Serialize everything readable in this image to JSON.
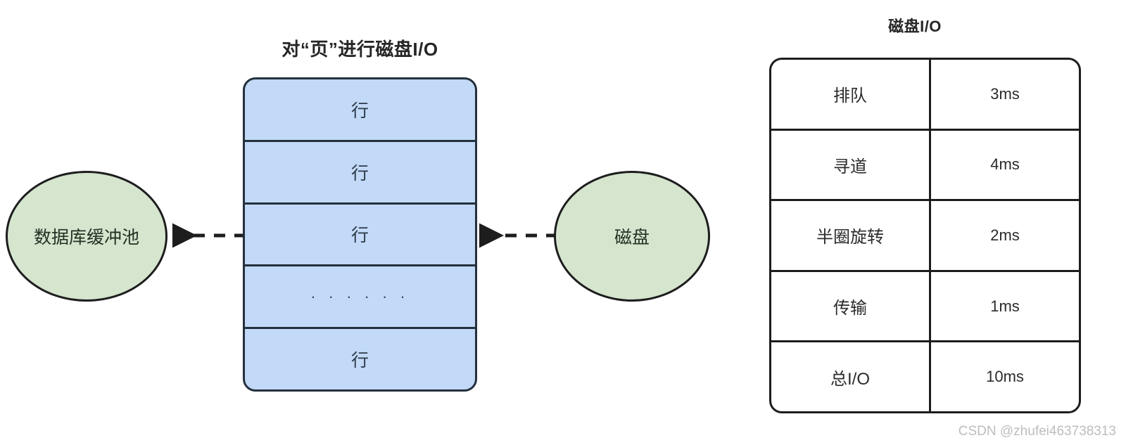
{
  "diagram": {
    "page_io": {
      "title": "对“页”进行磁盘I/O",
      "rows": [
        {
          "label": "行"
        },
        {
          "label": "行"
        },
        {
          "label": "行"
        },
        {
          "label": "· · · · · ·"
        },
        {
          "label": "行"
        }
      ]
    },
    "nodes": {
      "buffer_pool": "数据库缓冲池",
      "disk": "磁盘"
    },
    "arrows": {
      "disk_to_page": "dashed-arrow-left",
      "page_to_buffer": "dashed-arrow-left"
    }
  },
  "disk_io_table": {
    "title": "磁盘I/O",
    "rows": [
      {
        "label": "排队",
        "value": "3ms"
      },
      {
        "label": "寻道",
        "value": "4ms"
      },
      {
        "label": "半圈旋转",
        "value": "2ms"
      },
      {
        "label": "传输",
        "value": "1ms"
      },
      {
        "label": "总I/O",
        "value": "10ms"
      }
    ]
  },
  "watermark": "CSDN @zhufei463738313",
  "colors": {
    "page_fill": "#c2d9f8",
    "page_stroke": "#24303d",
    "node_fill": "#d5e5ce",
    "node_stroke": "#1d1d1d",
    "table_stroke": "#1d1d1d",
    "text": "#2b2b2b",
    "watermark": "#bdbdbd"
  }
}
